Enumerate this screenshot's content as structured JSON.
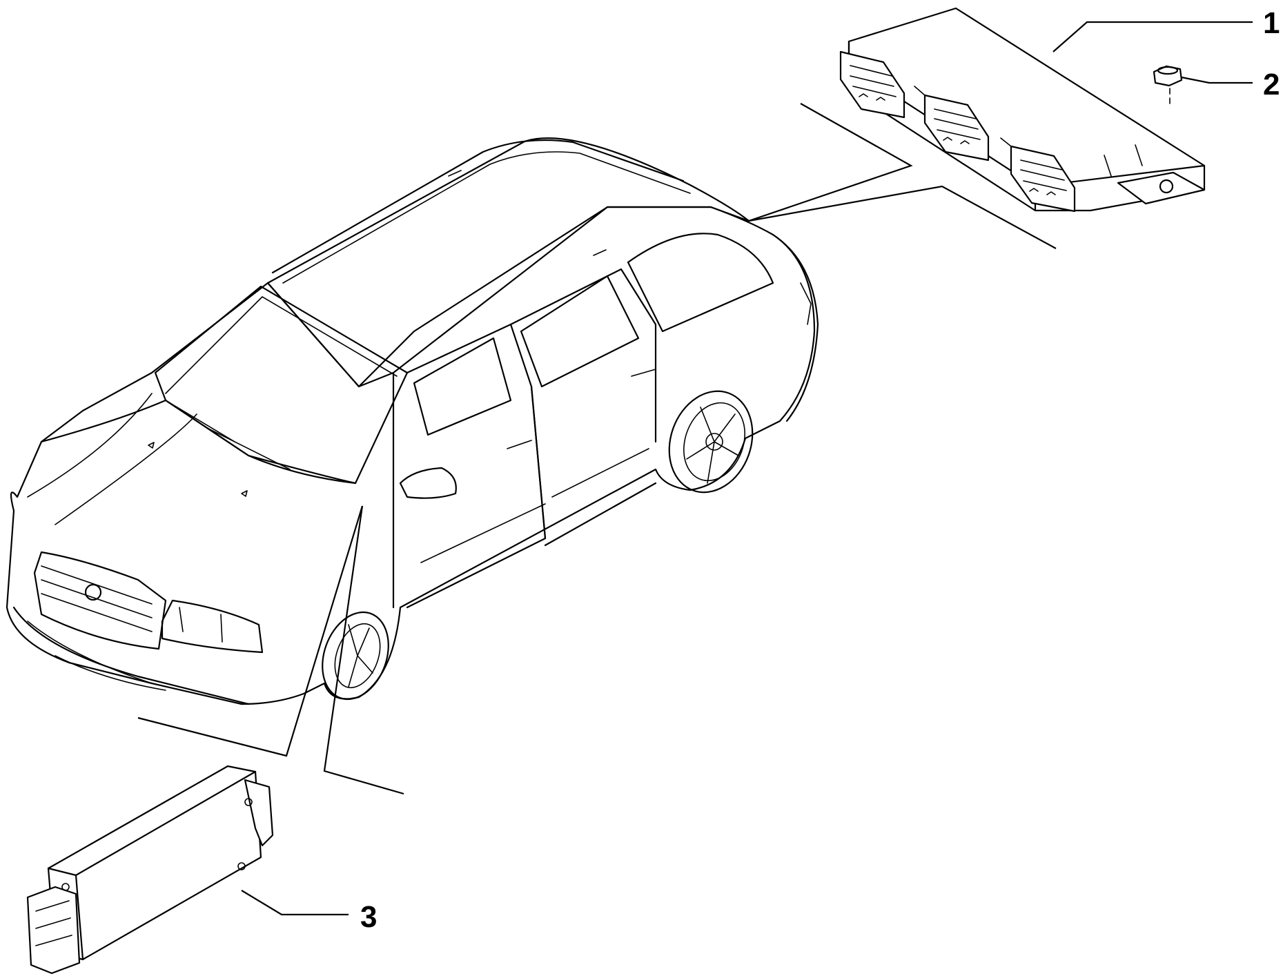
{
  "diagram": {
    "callouts": [
      {
        "id": "1",
        "label": "1"
      },
      {
        "id": "2",
        "label": "2"
      },
      {
        "id": "3",
        "label": "3"
      }
    ],
    "parts": [
      {
        "ref": "1",
        "icon": "control-unit-module-icon"
      },
      {
        "ref": "2",
        "icon": "nut-icon"
      },
      {
        "ref": "3",
        "icon": "small-module-icon"
      }
    ]
  }
}
